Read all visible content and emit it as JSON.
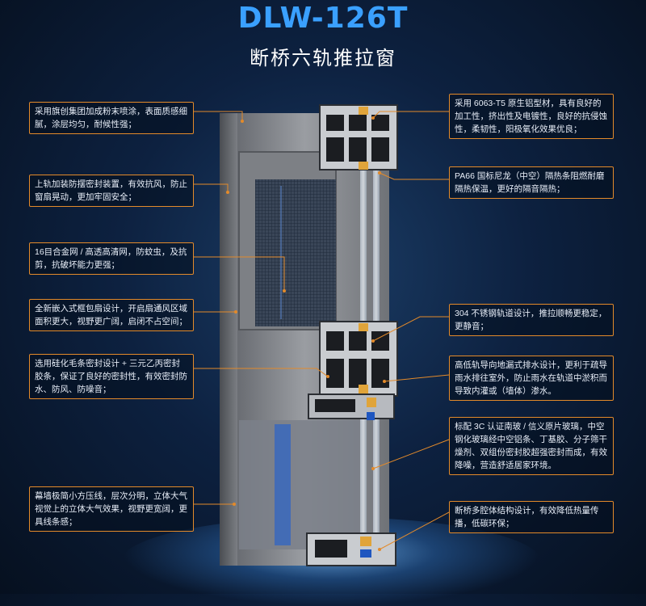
{
  "header": {
    "model": "DLW-126T",
    "subtitle": "断桥六轨推拉窗"
  },
  "callouts": {
    "left": [
      "采用旗创集团加成粉末喷涂，表面质感细腻，涂层均匀，耐候性强；",
      "上轨加装防摆密封装置，有效抗风，防止窗扇晃动，更加牢固安全；",
      "16目合金网 / 高透高清网，防蚊虫，及抗剪，抗破坏能力更强；",
      "全新嵌入式框包扇设计，开启扇通风区域面积更大，视野更广阔，启闭不占空间；",
      "选用硅化毛条密封设计 + 三元乙丙密封胶条，保证了良好的密封性，有效密封防水、防风、防噪音；",
      "幕墙极简小方压线，层次分明，立体大气视觉上的立体大气效果，视野更宽阔，更具线条感；"
    ],
    "right": [
      "采用 6063-T5 原生铝型材，具有良好的加工性，挤出性及电镀性，良好的抗侵蚀性，柔韧性，阳极氧化效果优良；",
      "PA66 国标尼龙（中空）隔热条阻燃耐磨隔热保温，更好的隔音隔热；",
      "304 不锈钢轨道设计，推拉顺畅更稳定，更静音；",
      "高低轨导向地漏式排水设计，更利于疏导雨水排往室外，防止雨水在轨道中淤积而导致内灌或（墙体）渗水。",
      "标配 3C 认证南玻 / 信义原片玻璃，中空钢化玻璃经中空铝条、丁基胶、分子筛干燥剂、双组份密封胶超强密封而成，有效降噪，营造舒适居家环境。",
      "断桥多腔体结构设计，有效降低热量传播，低碳环保；"
    ]
  },
  "colors": {
    "accent": "#3aa0ff",
    "callout_border": "#e38a2a",
    "frame": "#8a8d92",
    "background": "#0d2140"
  }
}
